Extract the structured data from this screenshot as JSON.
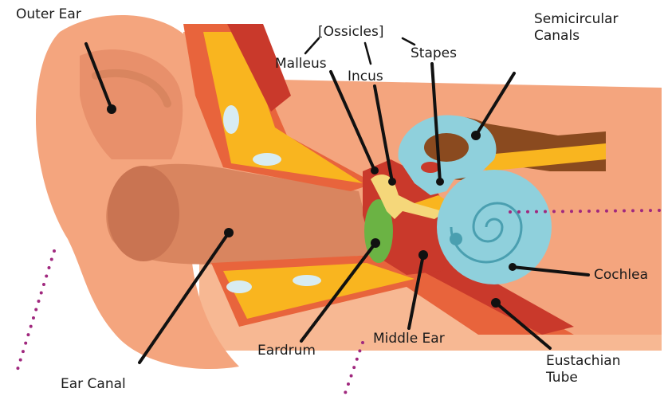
{
  "labels": {
    "outer_ear": "Outer Ear",
    "ossicles": "[Ossicles]",
    "malleus": "Malleus",
    "incus": "Incus",
    "stapes": "Stapes",
    "semicircular_line1": "Semicircular",
    "semicircular_line2": "Canals",
    "cochlea": "Cochlea",
    "eustachian_line1": "Eustachian",
    "eustachian_line2": "Tube",
    "middle_ear": "Middle Ear",
    "eardrum": "Eardrum",
    "ear_canal": "Ear Canal"
  },
  "colors": {
    "skin": "#f4a57e",
    "skin_dark": "#e8906b",
    "canal": "#d9855f",
    "fat_yellow": "#f9b51f",
    "tissue_red": "#c9392b",
    "tissue_orange": "#e8643c",
    "eardrum_green": "#6bb344",
    "inner_blue": "#8fd0dc",
    "bone_cream": "#f5d77a",
    "brown": "#8a4a1f",
    "dot_purple": "#a0287e",
    "line": "#111111"
  }
}
